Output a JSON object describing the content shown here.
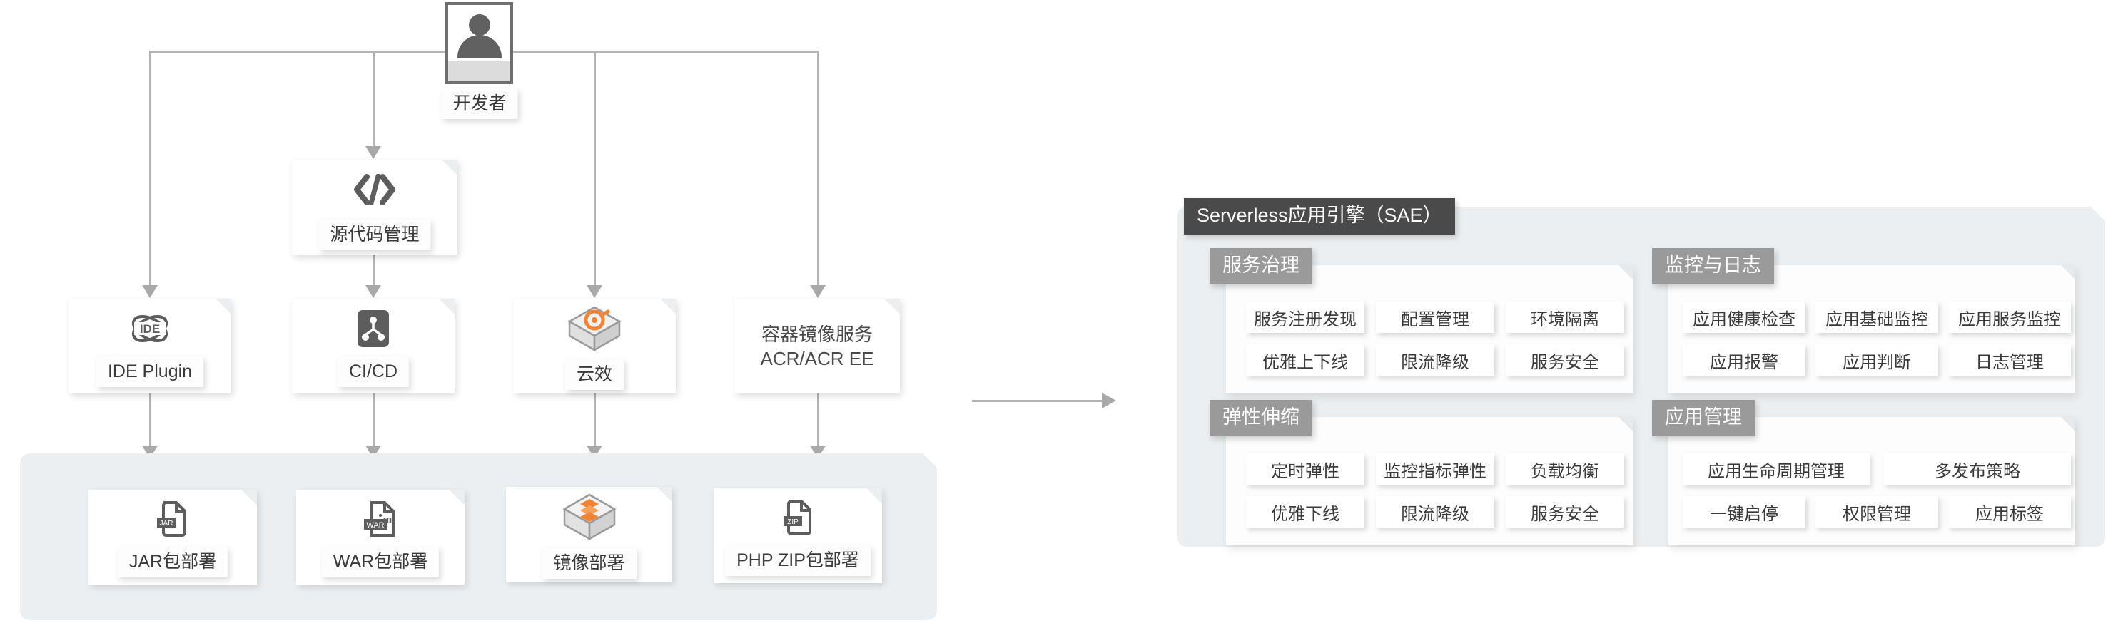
{
  "left_flow": {
    "developer": {
      "label": "开发者",
      "icon": "person-icon"
    },
    "row_tools": [
      {
        "id": "source-code",
        "label": "源代码管理",
        "icon": "code-brackets-icon"
      }
    ],
    "row_services": [
      {
        "id": "ide-plugin",
        "label": "IDE Plugin",
        "icon": "ide-icon"
      },
      {
        "id": "cicd",
        "label": "CI/CD",
        "icon": "cicd-icon"
      },
      {
        "id": "yunxiao",
        "label": "云效",
        "icon": "cube-orange-icon"
      },
      {
        "id": "acr",
        "label": "容器镜像服务\nACR/ACR EE",
        "icon": "none"
      }
    ],
    "deployments": [
      {
        "id": "jar-deploy",
        "label": "JAR包部署",
        "icon": "jar-file-icon"
      },
      {
        "id": "war-deploy",
        "label": "WAR包部署",
        "icon": "war-file-icon"
      },
      {
        "id": "image-deploy",
        "label": "镜像部署",
        "icon": "cube-layers-icon"
      },
      {
        "id": "php-deploy",
        "label": "PHP ZIP包部署",
        "icon": "zip-file-icon"
      }
    ]
  },
  "sae": {
    "title": "Serverless应用引擎（SAE）",
    "groups": [
      {
        "id": "service-governance",
        "title": "服务治理",
        "rows": [
          [
            "服务注册发现",
            "配置管理",
            "环境隔离"
          ],
          [
            "优雅上下线",
            "限流降级",
            "服务安全"
          ]
        ]
      },
      {
        "id": "monitoring-logs",
        "title": "监控与日志",
        "rows": [
          [
            "应用健康检查",
            "应用基础监控",
            "应用服务监控"
          ],
          [
            "应用报警",
            "应用判断",
            "日志管理"
          ]
        ]
      },
      {
        "id": "elastic-scaling",
        "title": "弹性伸缩",
        "rows": [
          [
            "定时弹性",
            "监控指标弹性",
            "负载均衡"
          ],
          [
            "优雅下线",
            "限流降级",
            "服务安全"
          ]
        ]
      },
      {
        "id": "app-management",
        "title": "应用管理",
        "rows": [
          [
            "应用生命周期管理",
            "多发布策略"
          ],
          [
            "一键启停",
            "权限管理",
            "应用标签"
          ]
        ]
      }
    ]
  },
  "colors": {
    "accent_orange": "#f08334",
    "panel_bg": "#eceff1",
    "tag_dark": "#4a4a4a",
    "tag_gray": "#9a9a9a",
    "line": "#b4b4b4",
    "icon_gray": "#616161"
  }
}
